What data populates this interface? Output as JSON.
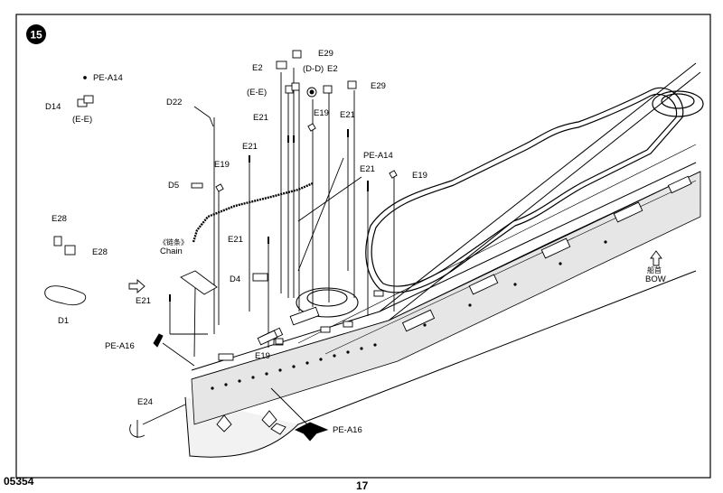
{
  "step_number": "15",
  "labels": {
    "pe_a14_top": "PE-A14",
    "d14": "D14",
    "e_e_left": "(E-E)",
    "d22": "D22",
    "e2_left": "E2",
    "e29_top": "E29",
    "d_d": "(D-D)",
    "e2_right": "E2",
    "e_e_mid": "(E-E)",
    "e29_right": "E29",
    "e21_a": "E21",
    "e19_a": "E19",
    "e21_b": "E21",
    "e21_c": "E21",
    "e19_b": "E19",
    "pe_a14_mid": "PE-A14",
    "e21_d": "E21",
    "e19_c": "E19",
    "d5": "D5",
    "e28_top": "E28",
    "e28_right": "E28",
    "chain_cn": "《链条》",
    "chain": "Chain",
    "e21_e": "E21",
    "d4": "D4",
    "e21_f": "E21",
    "d1": "D1",
    "pe_a16_left": "PE-A16",
    "e19_d": "E19",
    "e24": "E24",
    "pe_a16_bottom": "PE-A16",
    "bow_cn": "船首",
    "bow": "BOW"
  },
  "footer": {
    "code": "05354",
    "page": "17"
  },
  "colors": {
    "ink": "#000000",
    "paper": "#ffffff",
    "hull_shade": "#e6e6e6"
  }
}
